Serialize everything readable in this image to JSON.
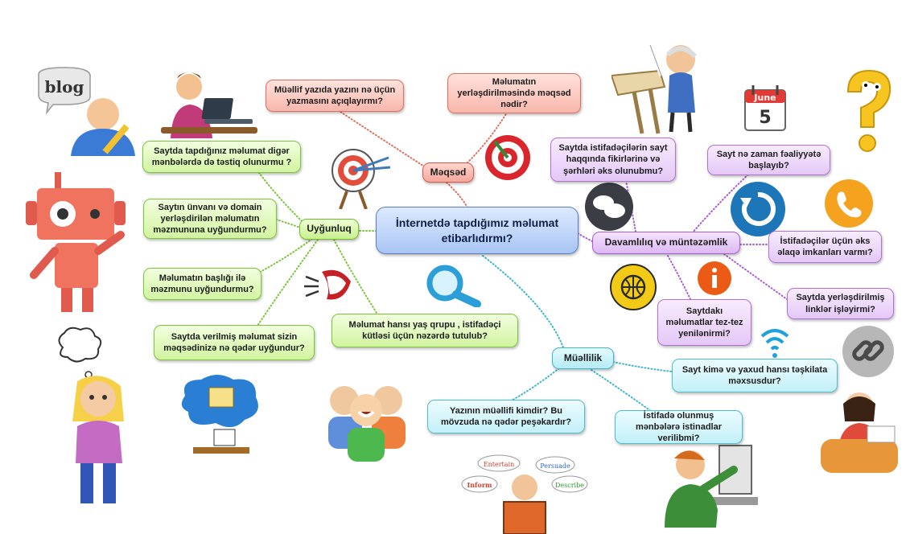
{
  "central": "İnternetdə tapdığımız məlumat etibarlıdırmı?",
  "categories": {
    "meqsed": "Məqsəd",
    "uygunluq": "Uyğunluq",
    "davamliliq": "Davamlılıq və müntəzəmlik",
    "muelliflik": "Müəllilik"
  },
  "nodes": {
    "meqsed_why": "Müəllif yazıda yazını nə üçün yazmasını açıqlayırmı?",
    "meqsed_purpose": "Məlumatın yerləşdirilməsində məqsəd nədir?",
    "uyg_other_sources": "Saytda tapdığınız məlumat digər mənbələrdə də təstiq olunurmu ?",
    "uyg_domain": "Saytın ünvanı və domain yerləşdirilən məlumatın məzmununa uyğundurmu?",
    "uyg_title": "Məlumatın başlığı ilə məzmunu uyğundurmu?",
    "uyg_purpose": "Saytda verilmiş məlumat sizin məqsədinizə nə qədər uyğundur?",
    "uyg_audience": "Məlumat hansı yaş qrupu , istifadəçi kütləsi üçün nəzərdə tutulub?",
    "dav_opinions": "Saytda istifadəçilərin sayt haqqında fikirlərinə və şərhləri əks olunubmu?",
    "dav_since": "Sayt nə zaman fəaliyyətə başlayıb?",
    "dav_feedback": "İstifadəçilər üçün əks əlaqə imkanları varmı?",
    "dav_links": "Saytda yerləşdirilmiş linklər işləyirmi?",
    "dav_updated": "Saytdakı məlumatlar tez-tez yenilənirmi?",
    "mue_whom": "Sayt kimə və yaxud hansı təşkilata məxsusdur?",
    "mue_author": "Yazının müəllifi kimdir? Bu mövzuda nə qədər peşəkardır?",
    "mue_refs": "İstifadə olunmuş mənbələrə istinadlar verilibmi?"
  },
  "illustrations": {
    "blog_bubble": "blog",
    "calendar_month": "June",
    "calendar_day": "5",
    "book_words": [
      "Entertain",
      "Persuade",
      "Inform",
      "Describe"
    ]
  },
  "colors": {
    "red_branch": "#e0705f",
    "green_branch": "#7cc63a",
    "purple_branch": "#a55ed8",
    "blue_branch": "#3fb7cc"
  }
}
